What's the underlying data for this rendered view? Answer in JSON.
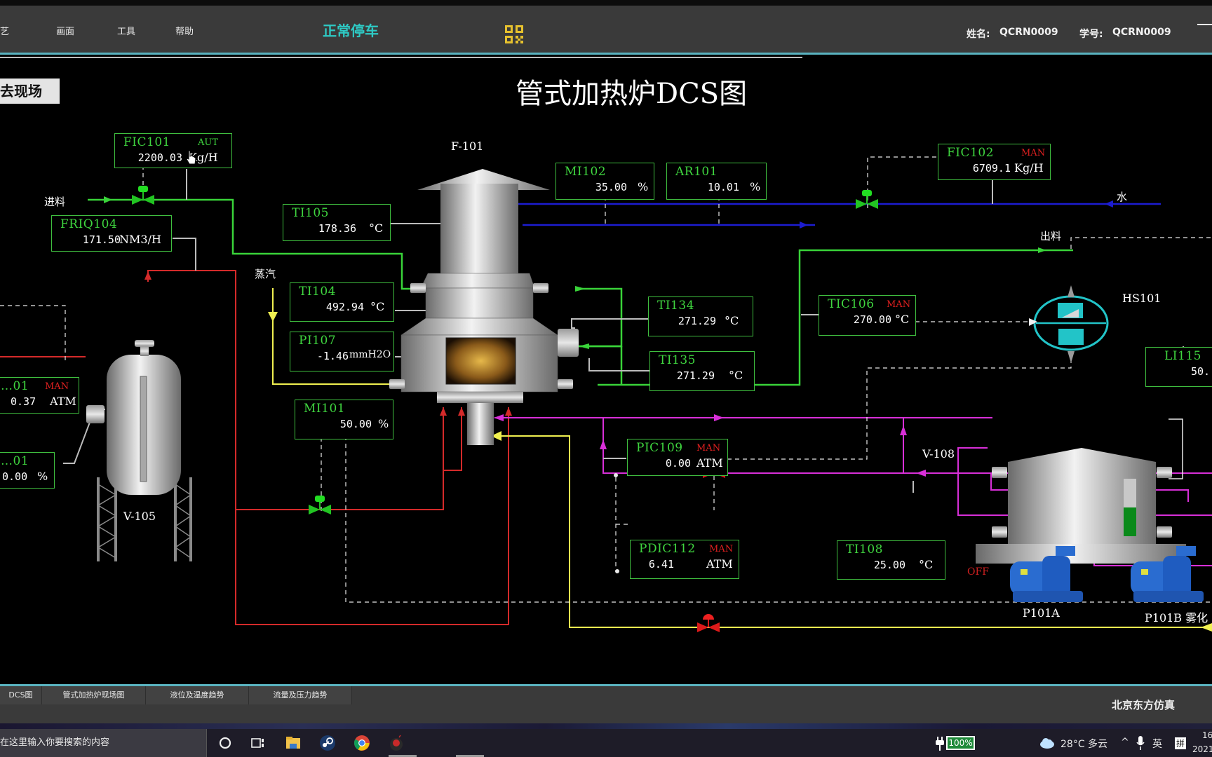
{
  "menubar": {
    "items": [
      "艺",
      "画面",
      "工具",
      "帮助"
    ],
    "status_title": "正常停车",
    "qr_icon": "qr-code-icon",
    "name_label": "姓名:",
    "name_value": "QCRN0009",
    "id_label": "学号:",
    "id_value": "QCRN0009"
  },
  "canvas": {
    "goto_field_button": "去现场",
    "page_title": "管式加热炉DCS图",
    "labels": {
      "furnace": "F-101",
      "feed_in": "进料",
      "steam": "蒸汽",
      "water": "水",
      "product_out": "出料",
      "hs101": "HS101",
      "v105": "V-105",
      "v108": "V-108",
      "p101a": "P101A",
      "p101b": "P101B 雾化",
      "pump_off": "OFF"
    },
    "tags": [
      {
        "id": "FIC101",
        "mode": "AUT",
        "value": "2200.03",
        "unit": "Kg/H"
      },
      {
        "id": "FRIQ104",
        "mode": "",
        "value": "171.50",
        "unit": "NM3/H"
      },
      {
        "id": "TI105",
        "mode": "",
        "value": "178.36",
        "unit": "°C"
      },
      {
        "id": "MI102",
        "mode": "",
        "value": "35.00",
        "unit": "%"
      },
      {
        "id": "AR101",
        "mode": "",
        "value": "10.01",
        "unit": "%"
      },
      {
        "id": "FIC102",
        "mode": "MAN",
        "value": "6709.1",
        "unit": "Kg/H"
      },
      {
        "id": "TI104",
        "mode": "",
        "value": "492.94",
        "unit": "°C"
      },
      {
        "id": "PI107",
        "mode": "",
        "value": "-1.46",
        "unit": "mmH2O"
      },
      {
        "id": "MI101",
        "mode": "",
        "value": "50.00",
        "unit": "%"
      },
      {
        "id": "TI134",
        "mode": "",
        "value": "271.29",
        "unit": "°C"
      },
      {
        "id": "TI135",
        "mode": "",
        "value": "271.29",
        "unit": "°C"
      },
      {
        "id": "TIC106",
        "mode": "MAN",
        "value": "270.00",
        "unit": "°C"
      },
      {
        "id": "LI115",
        "mode": "",
        "value": "50.",
        "unit": ""
      },
      {
        "id": "PIC109",
        "mode": "MAN",
        "value": "0.00",
        "unit": "ATM"
      },
      {
        "id": "PDIC112",
        "mode": "MAN",
        "value": "6.41",
        "unit": "ATM"
      },
      {
        "id": "TI108",
        "mode": "",
        "value": "25.00",
        "unit": "°C"
      },
      {
        "id": "…01",
        "mode": "MAN",
        "value": "0.37",
        "unit": "ATM"
      },
      {
        "id": "…01",
        "mode": "",
        "value": "0.00",
        "unit": "%"
      }
    ],
    "v108_level_fraction": 0.5,
    "colors": {
      "tag_border": "#3fbf3f",
      "tag_name": "#3fd53f",
      "mode_man": "#e02020",
      "feed_line": "#39d339",
      "fuel_line": "#d42a2a",
      "water_line": "#1c1cd0",
      "steam_line": "#f0f050",
      "atomizing_line": "#d82fd8",
      "selector": "#22c4c8",
      "level_fill": "#0a8a1a"
    }
  },
  "bottom_tabs": [
    "DCS图",
    "管式加热炉现场图",
    "液位及温度趋势",
    "流量及压力趋势"
  ],
  "company": "北京东方仿真",
  "taskbar": {
    "search_placeholder": "在这里输入你要搜索的内容",
    "icons": [
      "cortana-icon",
      "task-view-icon",
      "file-explorer-icon",
      "steam-icon",
      "chrome-icon",
      "app-icon"
    ],
    "battery": "100%",
    "weather": "28°C 多云",
    "ime_lang": "英",
    "ime_mode": "拼",
    "clock_time": "16",
    "clock_date": "2021"
  }
}
